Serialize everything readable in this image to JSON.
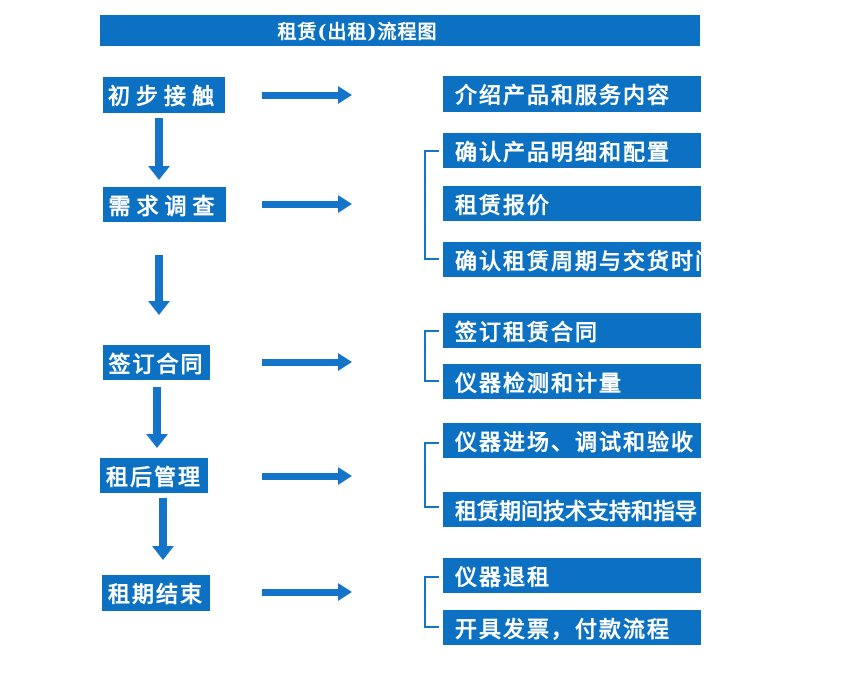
{
  "title": "租赁(出租)流程图",
  "colors": {
    "box_blue": "#0c71c2",
    "arrow_blue": "#1374c9",
    "text_white": "#ffffff",
    "background": "#ffffff"
  },
  "steps": [
    {
      "label": "初步接触",
      "outputs": [
        "介绍产品和服务内容"
      ]
    },
    {
      "label": "需求调查",
      "outputs": [
        "确认产品明细和配置",
        "租赁报价",
        "确认租赁周期与交货时间"
      ]
    },
    {
      "label": "签订合同",
      "outputs": [
        "签订租赁合同",
        "仪器检测和计量"
      ]
    },
    {
      "label": "租后管理",
      "outputs": [
        "仪器进场、调试和验收",
        "租赁期间技术支持和指导"
      ]
    },
    {
      "label": "租期结束",
      "outputs": [
        "仪器退租",
        "开具发票，付款流程"
      ]
    }
  ]
}
